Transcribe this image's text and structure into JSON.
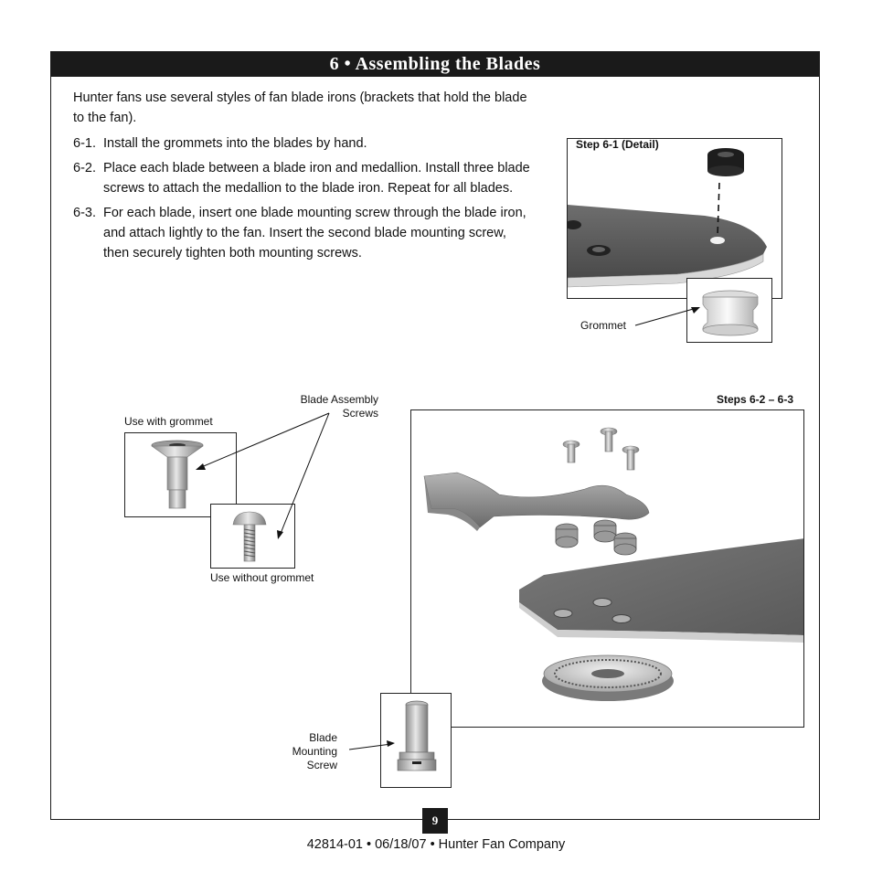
{
  "header": {
    "title": "6 • Assembling the Blades"
  },
  "intro": "Hunter fans use several styles of fan blade irons (brackets that hold the blade to the fan).",
  "steps": [
    {
      "num": "6-1.",
      "text": "Install the grommets into the blades by hand."
    },
    {
      "num": "6-2.",
      "text": "Place each blade between a blade iron and medallion. Install three blade screws to attach the medallion to the blade iron. Repeat for all blades."
    },
    {
      "num": "6-3.",
      "text": "For each blade, insert one blade mounting screw through the blade iron, and attach lightly to the fan. Insert the second blade mounting screw, then securely tighten both mounting screws."
    }
  ],
  "figures": {
    "detail_title": "Step 6-1 (Detail)",
    "grommet_label": "Grommet",
    "steps_title": "Steps 6-2 – 6-3",
    "blade_assembly_screws": "Blade Assembly Screws",
    "use_with_grommet": "Use with grommet",
    "use_without_grommet": "Use without grommet",
    "blade_mounting_screw": "Blade Mounting Screw"
  },
  "page_number": "9",
  "footer": "42814-01 • 06/18/07 • Hunter Fan Company"
}
